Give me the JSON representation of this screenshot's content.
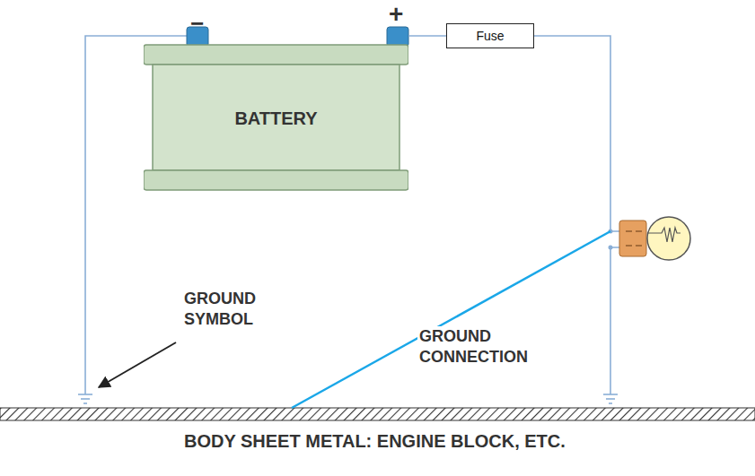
{
  "diagram": {
    "nodes": [
      {
        "text": [
          "BATTERY"
        ]
      },
      {
        "text": [
          "Fuse"
        ]
      }
    ],
    "edges": [
      {
        "from": 0,
        "to": 1,
        "arrow": "none"
      }
    ],
    "labels": [
      "−",
      "+",
      "GROUND SYMBOL",
      "GROUND CONNECTION",
      "BODY SHEET METAL: ENGINE BLOCK, ETC."
    ]
  }
}
